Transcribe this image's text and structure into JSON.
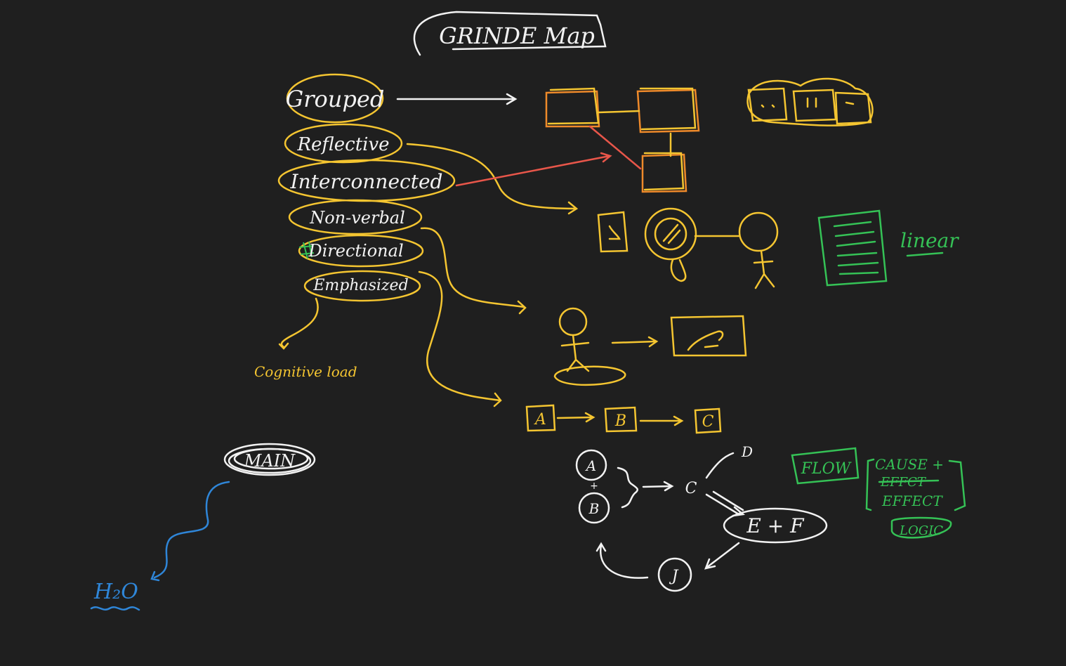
{
  "title": "GRINDE Map",
  "colors": {
    "background": "#1f1f1f",
    "white_ink": "#f2f2f2",
    "yellow_ink": "#f4c531",
    "orange_ink": "#ef8a2a",
    "red_ink": "#e8564a",
    "green_ink": "#35c256",
    "blue_ink": "#2f86d8"
  },
  "principles": [
    {
      "label": "Grouped"
    },
    {
      "label": "Reflective"
    },
    {
      "label": "Interconnected"
    },
    {
      "label": "Non-verbal"
    },
    {
      "label": "Directional"
    },
    {
      "label": "Emphasized"
    }
  ],
  "annotations": {
    "cognitive_load": "Cognitive load",
    "linear": "linear",
    "main": "MAIN",
    "h2o": "H₂O"
  },
  "sequence": {
    "nodes": [
      "A",
      "B",
      "C"
    ]
  },
  "cause_diagram": {
    "a": "A",
    "plus": "+",
    "b": "B",
    "c": "C",
    "d": "D",
    "ef": "E + F",
    "j": "J"
  },
  "green_notes": {
    "flow": "FLOW",
    "cause_plus": "CAUSE +",
    "struck": "EFFCT",
    "effect": "EFFECT",
    "logic": "LOGIC"
  }
}
